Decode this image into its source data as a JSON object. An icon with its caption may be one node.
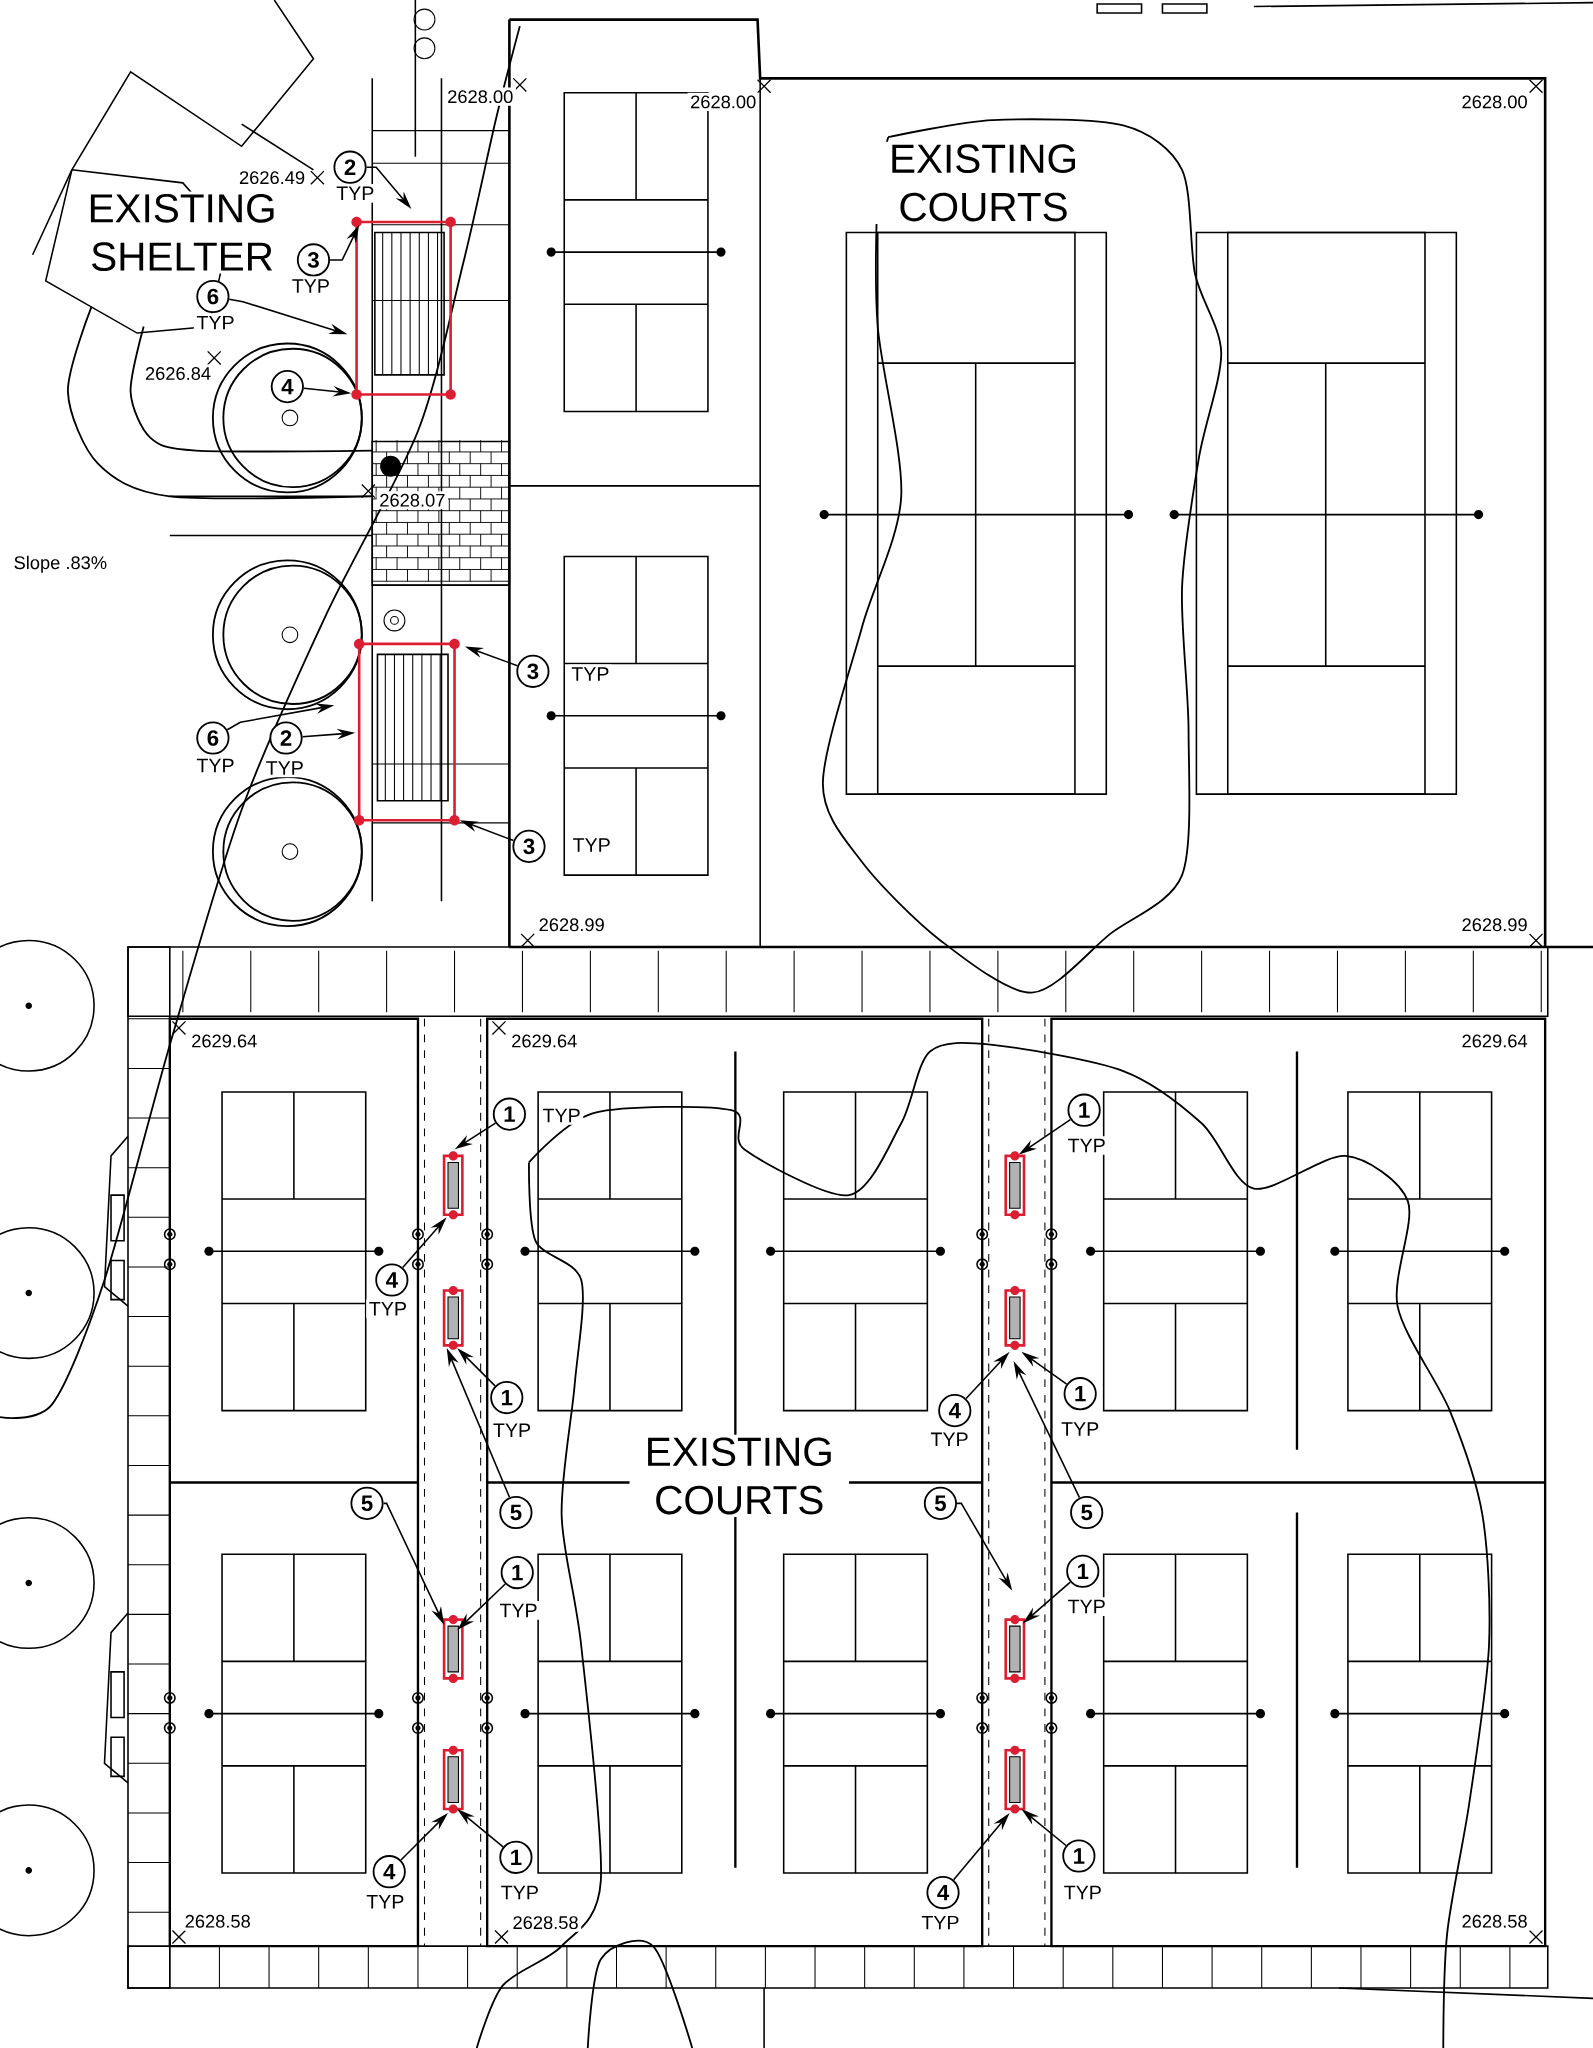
{
  "diagram": {
    "nodes": [
      {
        "text": [
          "2"
        ],
        "beside": [
          "TYP"
        ]
      },
      {
        "text": [
          "3"
        ],
        "beside": [
          "TYP"
        ]
      },
      {
        "text": [
          "6"
        ],
        "beside": [
          "TYP"
        ]
      },
      {
        "text": [
          "4"
        ]
      },
      {
        "text": [
          "3"
        ],
        "beside": [
          "TYP"
        ]
      },
      {
        "text": [
          "6"
        ],
        "beside": [
          "TYP"
        ]
      },
      {
        "text": [
          "2"
        ],
        "beside": [
          "TYP"
        ]
      },
      {
        "text": [
          "3"
        ],
        "beside": [
          "TYP"
        ]
      },
      {
        "text": [
          "1"
        ],
        "beside": [
          "TYP"
        ]
      },
      {
        "text": [
          "4"
        ],
        "beside": [
          "TYP"
        ]
      },
      {
        "text": [
          "1"
        ],
        "beside": [
          "TYP"
        ]
      },
      {
        "text": [
          "5"
        ]
      },
      {
        "text": [
          "5"
        ]
      },
      {
        "text": [
          "1"
        ],
        "beside": [
          "TYP"
        ]
      },
      {
        "text": [
          "4"
        ],
        "beside": [
          "TYP"
        ]
      },
      {
        "text": [
          "1"
        ],
        "beside": [
          "TYP"
        ]
      },
      {
        "text": [
          "1"
        ],
        "beside": [
          "TYP"
        ]
      },
      {
        "text": [
          "4"
        ],
        "beside": [
          "TYP"
        ]
      },
      {
        "text": [
          "1"
        ],
        "beside": [
          "TYP"
        ]
      },
      {
        "text": [
          "5"
        ]
      },
      {
        "text": [
          "5"
        ]
      },
      {
        "text": [
          "1"
        ],
        "beside": [
          "TYP"
        ]
      },
      {
        "text": [
          "4"
        ],
        "beside": [
          "TYP"
        ]
      },
      {
        "text": [
          "1"
        ],
        "beside": [
          "TYP"
        ]
      }
    ],
    "edges": [
      {
        "from": 0,
        "to": null,
        "arrow": "to"
      },
      {
        "from": 1,
        "to": null,
        "arrow": "to"
      },
      {
        "from": 2,
        "to": null,
        "arrow": "to"
      },
      {
        "from": 3,
        "to": null,
        "arrow": "to"
      },
      {
        "from": 4,
        "to": null,
        "arrow": "to"
      },
      {
        "from": 5,
        "to": null,
        "arrow": "to"
      },
      {
        "from": 6,
        "to": null,
        "arrow": "to"
      },
      {
        "from": 7,
        "to": null,
        "arrow": "to"
      },
      {
        "from": 8,
        "to": null,
        "arrow": "to"
      },
      {
        "from": 9,
        "to": null,
        "arrow": "to"
      },
      {
        "from": 10,
        "to": null,
        "arrow": "to"
      },
      {
        "from": 11,
        "to": null,
        "arrow": "to"
      },
      {
        "from": 12,
        "to": null,
        "arrow": "to"
      },
      {
        "from": 13,
        "to": null,
        "arrow": "to"
      },
      {
        "from": 14,
        "to": null,
        "arrow": "to"
      },
      {
        "from": 15,
        "to": null,
        "arrow": "to"
      },
      {
        "from": 16,
        "to": null,
        "arrow": "to"
      },
      {
        "from": 17,
        "to": null,
        "arrow": "to"
      },
      {
        "from": 18,
        "to": null,
        "arrow": "to"
      },
      {
        "from": 19,
        "to": null,
        "arrow": "to"
      },
      {
        "from": 20,
        "to": null,
        "arrow": "to"
      },
      {
        "from": 21,
        "to": null,
        "arrow": "to"
      },
      {
        "from": 22,
        "to": null,
        "arrow": "to"
      },
      {
        "from": 23,
        "to": null,
        "arrow": "to"
      }
    ],
    "labels": [
      "2628.00",
      "2628.00",
      "2628.00",
      "EXISTING COURTS",
      "2626.49",
      "EXISTING SHELTER",
      "2626.84",
      "2628.07",
      "Slope .83%",
      "2628.99",
      "2628.99",
      "2629.64",
      "2629.64",
      "2629.64",
      "EXISTING COURTS",
      "2628.58",
      "2628.58",
      "2628.58"
    ]
  }
}
